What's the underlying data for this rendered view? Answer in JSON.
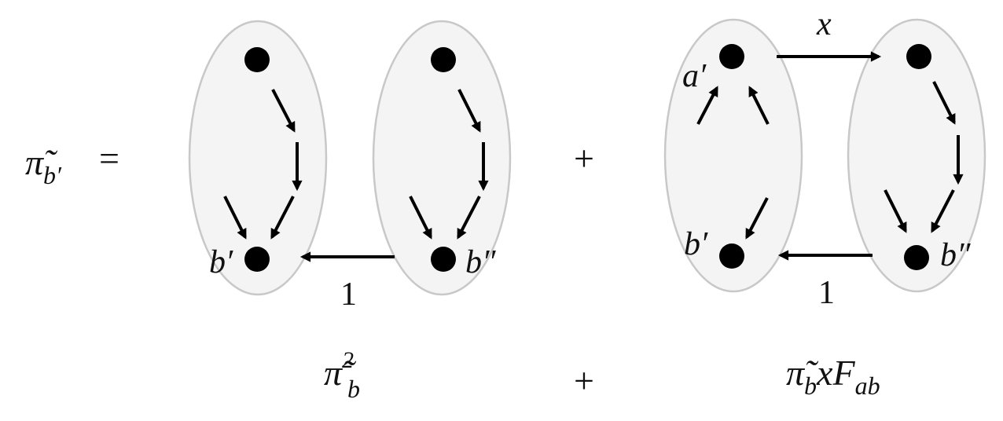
{
  "lhs": {
    "symbol": "π̃",
    "subscript": "b′"
  },
  "equals": "=",
  "plus_top": "+",
  "plus_bottom": "+",
  "diagram1": {
    "node_labels": {
      "b_prime": "b′",
      "b_double_prime": "b″"
    },
    "edge_label": "1"
  },
  "diagram2": {
    "node_labels": {
      "a_prime": "a′",
      "b_prime": "b′",
      "b_double_prime": "b″"
    },
    "edge_label_top": "x",
    "edge_label_bottom": "1"
  },
  "term1": {
    "symbol": "π̃",
    "subscript": "b",
    "superscript": "2"
  },
  "term2": {
    "symbol": "π̃",
    "subscript": "b",
    "rest": "xF",
    "rest_subscript": "ab"
  }
}
